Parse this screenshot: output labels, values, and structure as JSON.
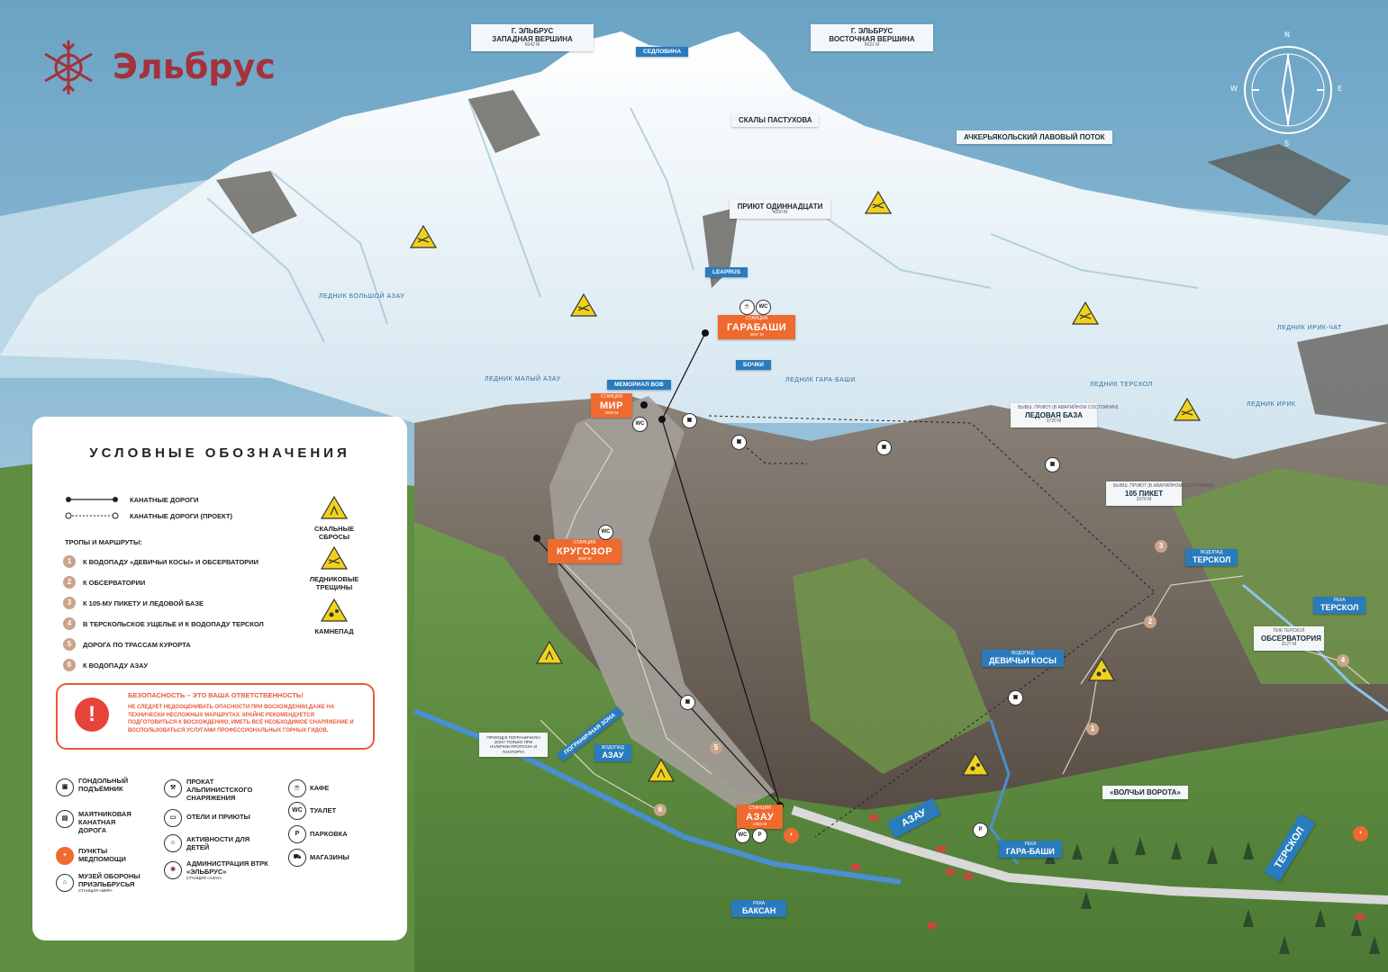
{
  "brand": {
    "name": "Эльбрус",
    "color": "#a3323a"
  },
  "compass": {
    "n": "N",
    "s": "S",
    "e": "E",
    "w": "W"
  },
  "peaks": {
    "west": {
      "line1": "Г. ЭЛЬБРУС",
      "line2": "ЗАПАДНАЯ ВЕРШИНА",
      "alt": "5642 М"
    },
    "east": {
      "line1": "Г. ЭЛЬБРУС",
      "line2": "ВОСТОЧНАЯ ВЕРШИНА",
      "alt": "5621 М"
    },
    "saddle": "СЕДЛОВИНА"
  },
  "labels": {
    "pastukhov": "СКАЛЫ ПАСТУХОВА",
    "lava": "АЧКЕРЬЯКОЛЬСКИЙ ЛАВОВЫЙ ПОТОК",
    "priut11": {
      "name": "ПРИЮТ ОДИННАДЦАТИ",
      "alt": "4050 М"
    },
    "leaprus": "LEAPRUS",
    "bochki": "БОЧКИ",
    "memorial": "МЕМОРИАЛ ВОВ",
    "ice_base": {
      "top": "БЫВШ. ПРИЮТ (В АВАРИЙНОМ СОСТОЯНИИ)",
      "name": "ЛЕДОВАЯ БАЗА",
      "alt": "3720 М"
    },
    "piket105": {
      "top": "БЫВШ. ПРИЮТ (В АВАРИЙНОМ СОСТОЯНИИ)",
      "name": "105 ПИКЕТ",
      "alt": "3370 М"
    },
    "volchi": "«ВОЛЧЬИ ВОРОТА»",
    "observatory": {
      "top": "ПИК ТЕРСКОЛ",
      "name": "ОБСЕРВАТОРИЯ",
      "alt": "3127 М"
    },
    "border_zone": "ПОГРАНИЧНАЯ ЗОНА",
    "passport_note": "ПРОХОД В ПОГРАНИЧНУЮ ЗОНУ ТОЛЬКО ПРИ НАЛИЧИИ ПРОПУСКА И ПАСПОРТА"
  },
  "glaciers": {
    "big_azau": "ЛЕДНИК БОЛЬШОЙ АЗАУ",
    "small_azau": "ЛЕДНИК МАЛЫЙ АЗАУ",
    "garabashi": "ЛЕДНИК ГАРА-БАШИ",
    "terskol": "ЛЕДНИК ТЕРСКОЛ",
    "irik_chat": "ЛЕДНИК ИРИК-ЧАТ",
    "irik": "ЛЕДНИК ИРИК"
  },
  "stations": {
    "garabashi": {
      "small": "СТАНЦИЯ",
      "name": "ГАРАБАШИ",
      "alt": "3847 М"
    },
    "mir": {
      "small": "СТАНЦИЯ",
      "name": "МИР",
      "alt": "3500 М"
    },
    "krugozor": {
      "small": "СТАНЦИЯ",
      "name": "КРУГОЗОР",
      "alt": "3000 М"
    },
    "azau": {
      "small": "СТАНЦИЯ",
      "name": "АЗАУ",
      "alt": "2350 М"
    }
  },
  "waterfalls": {
    "terskol": {
      "small": "ВОДОПАД",
      "name": "ТЕРСКОЛ"
    },
    "devichi": {
      "small": "ВОДОПАД",
      "name": "ДЕВИЧЬИ КОСЫ"
    },
    "azau": {
      "small": "ВОДОПАД",
      "name": "АЗАУ"
    }
  },
  "rivers": {
    "terskol": {
      "small": "РЕКА",
      "name": "ТЕРСКОЛ"
    },
    "garabashi": {
      "small": "РЕКА",
      "name": "ГАРА-БАШИ"
    },
    "baksan": {
      "small": "РЕКА",
      "name": "БАКСАН"
    }
  },
  "signs": {
    "azau": "АЗАУ",
    "terskol": "ТЕРСКОЛ"
  },
  "route_numbers": [
    "1",
    "2",
    "3",
    "4",
    "5",
    "6"
  ],
  "legend": {
    "title": "УСЛОВНЫЕ ОБОЗНАЧЕНИЯ",
    "cable": "КАНАТНЫЕ ДОРОГИ",
    "cable_project": "КАНАТНЫЕ ДОРОГИ (ПРОЕКТ)",
    "routes_title": "ТРОПЫ И МАРШРУТЫ:",
    "routes": [
      {
        "n": "1",
        "text": "К ВОДОПАДУ «ДЕВИЧЬИ КОСЫ» И ОБСЕРВАТОРИИ"
      },
      {
        "n": "2",
        "text": "К ОБСЕРВАТОРИИ"
      },
      {
        "n": "3",
        "text": "К 105-МУ ПИКЕТУ И ЛЕДОВОЙ БАЗЕ"
      },
      {
        "n": "4",
        "text": "В ТЕРСКОЛЬСКОЕ УЩЕЛЬЕ И К ВОДОПАДУ ТЕРСКОЛ"
      },
      {
        "n": "5",
        "text": "ДОРОГА ПО ТРАССАМ КУРОРТА"
      },
      {
        "n": "6",
        "text": "К ВОДОПАДУ АЗАУ"
      }
    ],
    "hazards": [
      {
        "line1": "СКАЛЬНЫЕ",
        "line2": "СБРОСЫ"
      },
      {
        "line1": "ЛЕДНИКОВЫЕ",
        "line2": "ТРЕЩИНЫ"
      },
      {
        "line1": "КАМНЕПАД",
        "line2": ""
      }
    ],
    "safety_title": "БЕЗОПАСНОСТЬ – ЭТО ВАША ОТВЕТСТВЕННОСТЬ!",
    "safety_text": "НЕ СЛЕДУЕТ НЕДООЦЕНИВАТЬ ОПАСНОСТИ ПРИ ВОСХОЖДЕНИИ,ДАЖЕ НА ТЕХНИЧЕСКИ НЕСЛОЖНЫХ МАРШРУТАХ. КРАЙНЕ РЕКОМЕНДУЕТСЯ ПОДГОТОВИТЬСЯ К ВОСХОЖДЕНИЮ, ИМЕТЬ ВСЁ НЕОБХОДИМОЕ СНАРЯЖЕНИЕ И ВОСПОЛЬЗОВАТЬСЯ УСЛУГАМИ ПРОФЕССИОНАЛЬНЫХ ГОРНЫХ ГИДОВ.",
    "safety_badge": "!",
    "icons_col1": [
      {
        "icon": "gondola-icon",
        "glyph": "▣",
        "text": "ГОНДОЛЬНЫЙ ПОДЪЁМНИК",
        "small": ""
      },
      {
        "icon": "pendulum-cable-icon",
        "glyph": "▤",
        "text": "МАЯТНИКОВАЯ КАНАТНАЯ ДОРОГА",
        "small": ""
      },
      {
        "icon": "first-aid-icon",
        "glyph": "+",
        "text": "ПУНКТЫ МЕДПОМОЩИ",
        "small": ""
      },
      {
        "icon": "museum-icon",
        "glyph": "⌂",
        "text": "МУЗЕЙ ОБОРОНЫ ПРИЭЛЬБРУСЬЯ",
        "small": "СТАНЦИЯ «МИР»"
      }
    ],
    "icons_col2": [
      {
        "icon": "rental-icon",
        "glyph": "⚒",
        "text": "ПРОКАТ АЛЬПИНИСТСКОГО СНАРЯЖЕНИЯ",
        "small": ""
      },
      {
        "icon": "hotel-icon",
        "glyph": "▭",
        "text": "ОТЕЛИ И ПРИЮТЫ",
        "small": ""
      },
      {
        "icon": "kids-icon",
        "glyph": "☺",
        "text": "АКТИВНОСТИ ДЛЯ ДЕТЕЙ",
        "small": ""
      },
      {
        "icon": "administration-icon",
        "glyph": "✱",
        "text": "АДМИНИСТРАЦИЯ ВТРК «ЭЛЬБРУС»",
        "small": "СТАНЦИЯ «АЗАУ»"
      }
    ],
    "icons_col3": [
      {
        "icon": "cafe-icon",
        "glyph": "☕",
        "text": "КАФЕ"
      },
      {
        "icon": "toilet-icon",
        "glyph": "WC",
        "text": "ТУАЛЕТ"
      },
      {
        "icon": "parking-icon",
        "glyph": "P",
        "text": "ПАРКОВКА"
      },
      {
        "icon": "shop-icon",
        "glyph": "⛟",
        "text": "МАГАЗИНЫ"
      }
    ]
  },
  "colors": {
    "sky": "#7fb3cf",
    "snow": "#e9f3f8",
    "rock": "#6b6157",
    "grass": "#5b8a3e",
    "accent_orange": "#ef6a2e",
    "accent_blue": "#2a7bbd",
    "route_tan": "#c9a48a",
    "warning_yellow": "#f1d21b",
    "safety_red": "#e6433a"
  }
}
